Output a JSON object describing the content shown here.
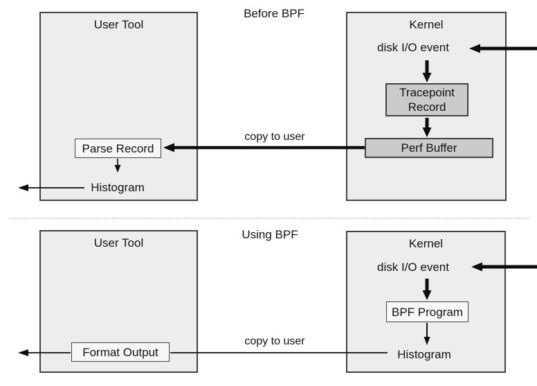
{
  "colors": {
    "box_fill": "#ededed",
    "gray_fill": "#cbcbcb",
    "light_fill": "#f7f7f7",
    "border": "#424242",
    "line": "#0d0d0d",
    "divider": "#c9c9c9"
  },
  "sections": [
    {
      "title": "Before BPF",
      "user_tool": {
        "label": "User Tool",
        "process": "Parse Record",
        "result": "Histogram"
      },
      "kernel": {
        "label": "Kernel",
        "event": "disk I/O event",
        "record": "Tracepoint Record",
        "buffer": "Perf Buffer"
      },
      "transfer_label": "copy to user"
    },
    {
      "title": "Using BPF",
      "user_tool": {
        "label": "User Tool",
        "process": "Format Output"
      },
      "kernel": {
        "label": "Kernel",
        "event": "disk I/O event",
        "program": "BPF Program",
        "result": "Histogram"
      },
      "transfer_label": "copy to user"
    }
  ]
}
